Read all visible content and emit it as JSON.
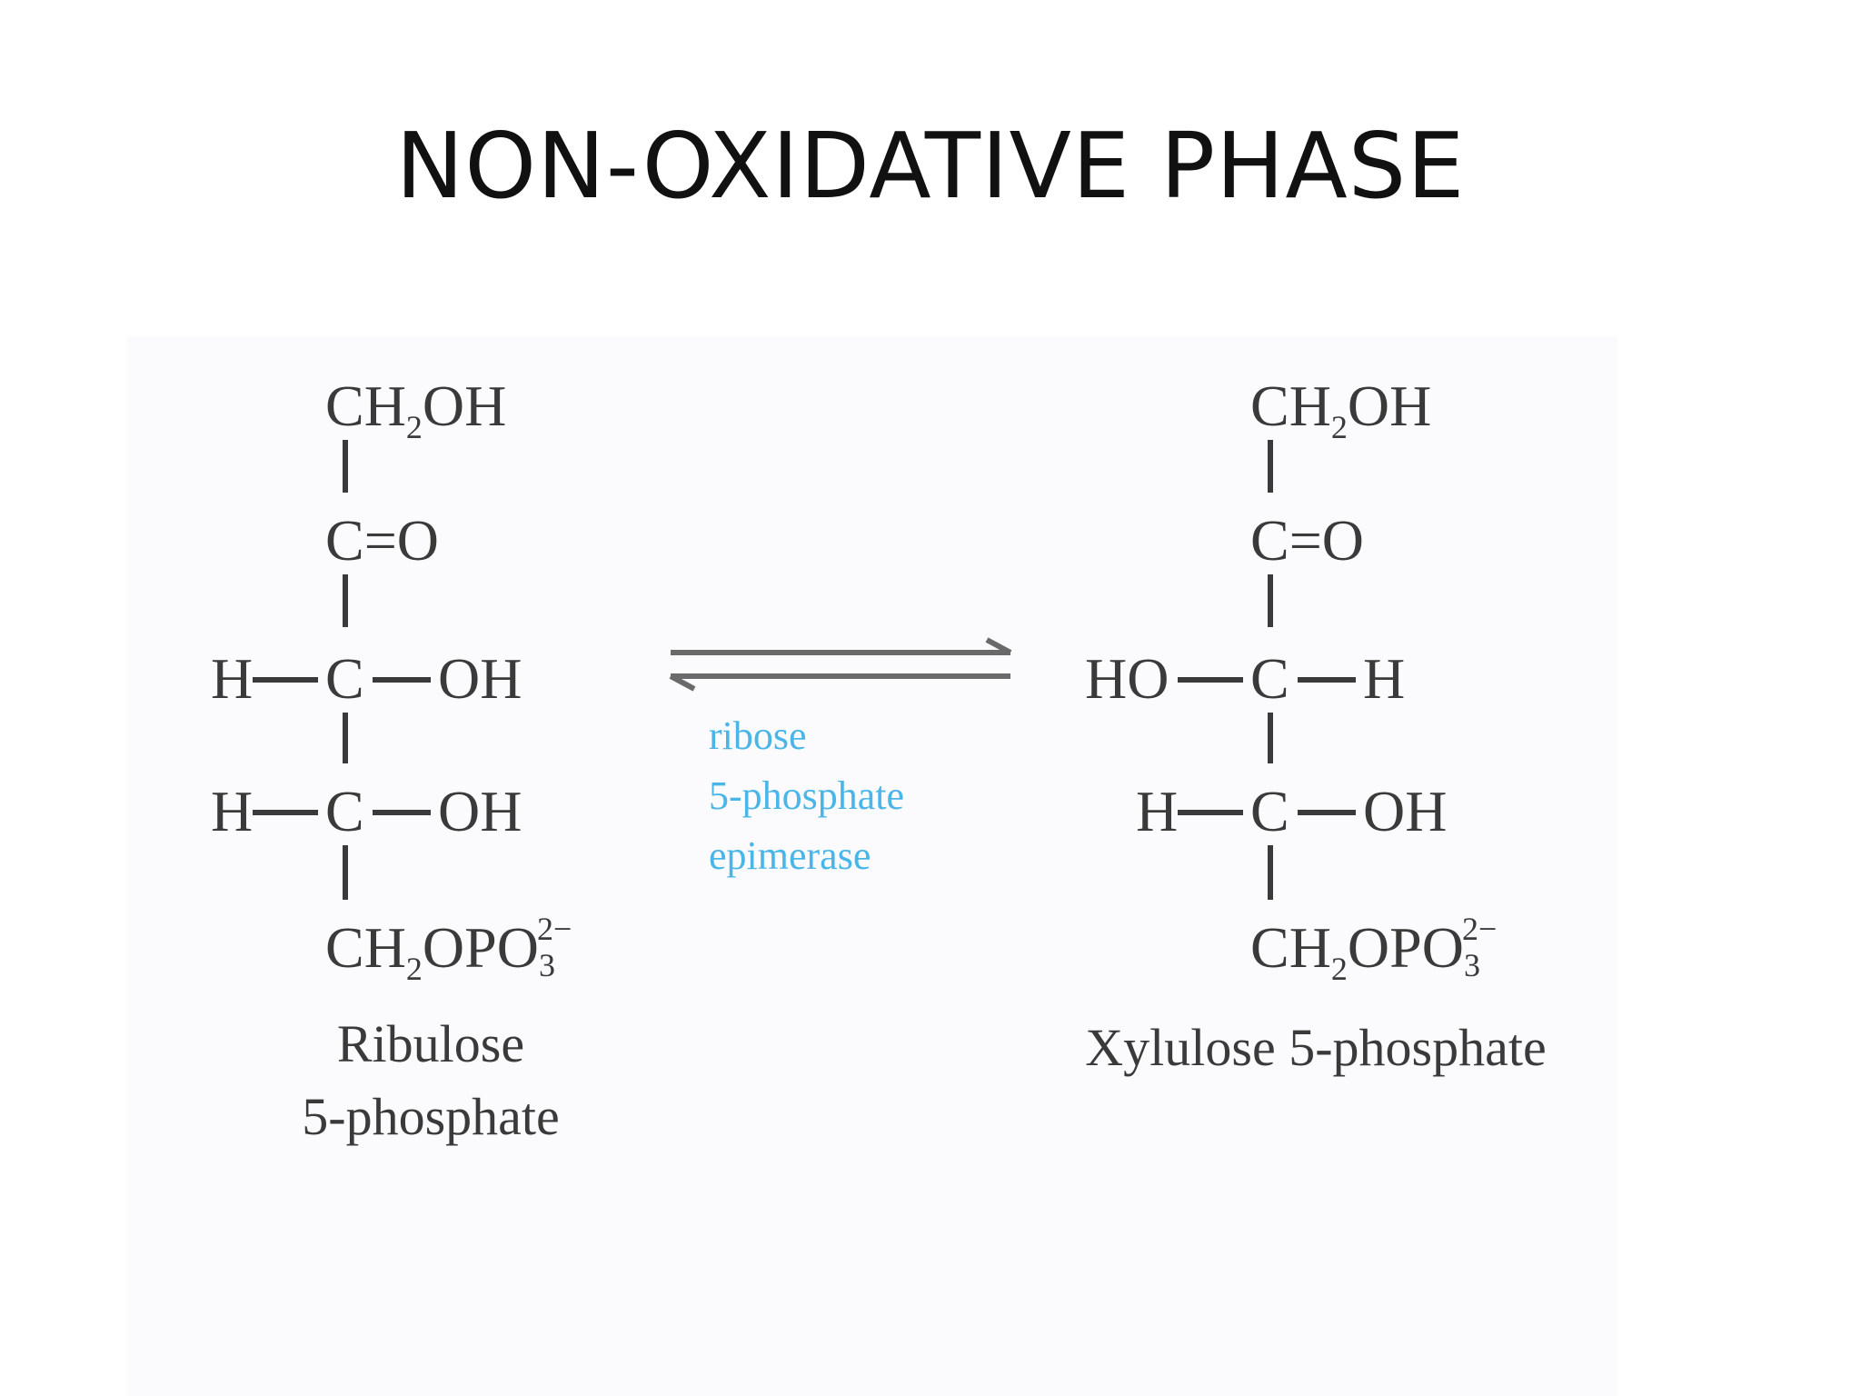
{
  "title": "NON-OXIDATIVE PHASE",
  "substrate": {
    "top": [
      "CH",
      "2",
      "OH"
    ],
    "carbonyl": "C=O",
    "c3": {
      "left": "H",
      "center": "C",
      "right": "OH"
    },
    "c4": {
      "left": "H",
      "center": "C",
      "right": "OH"
    },
    "bottom": [
      "CH",
      "2",
      "OPO",
      "3",
      "2−"
    ],
    "name_line1": "Ribulose",
    "name_line2": "5-phosphate"
  },
  "product": {
    "top": [
      "CH",
      "2",
      "OH"
    ],
    "carbonyl": "C=O",
    "c3": {
      "left": "HO",
      "center": "C",
      "right": "H"
    },
    "c4": {
      "left": "H",
      "center": "C",
      "right": "OH"
    },
    "bottom": [
      "CH",
      "2",
      "OPO",
      "3",
      "2−"
    ],
    "name": "Xylulose 5-phosphate"
  },
  "enzyme": [
    "ribose",
    "5-phosphate",
    "epimerase"
  ],
  "colors": {
    "text": "#3a3a3a",
    "enzyme": "#4ab6e8",
    "arrow": "#6a6a6a",
    "title": "#111111"
  }
}
